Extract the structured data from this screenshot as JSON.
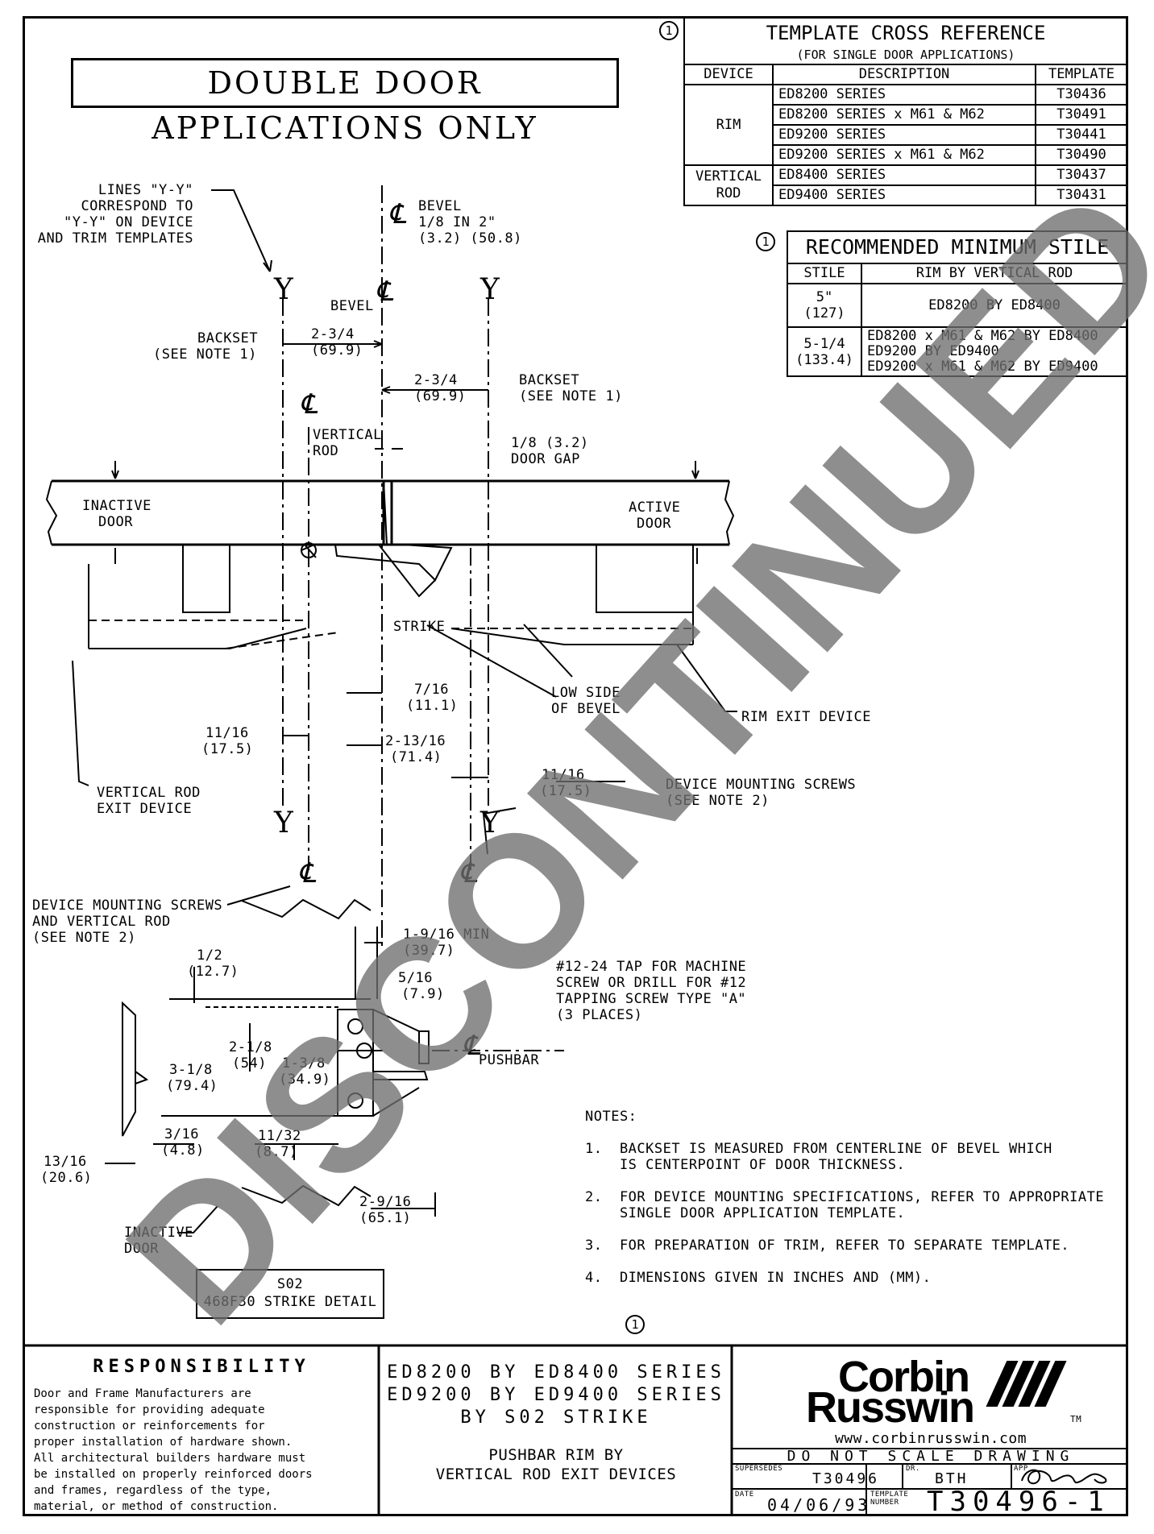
{
  "header_title": "DOUBLE DOOR APPLICATIONS ONLY",
  "revision_mark": "1",
  "cross_ref": {
    "title": "TEMPLATE CROSS REFERENCE",
    "subtitle": "(FOR SINGLE DOOR APPLICATIONS)",
    "col_device": "DEVICE",
    "col_description": "DESCRIPTION",
    "col_template": "TEMPLATE",
    "rim_label": "RIM",
    "vertical_label_1": "VERTICAL",
    "vertical_label_2": "ROD",
    "rows": [
      {
        "description": "ED8200 SERIES",
        "template": "T30436"
      },
      {
        "description": "ED8200 SERIES x M61 & M62",
        "template": "T30491"
      },
      {
        "description": "ED9200 SERIES",
        "template": "T30441"
      },
      {
        "description": "ED9200 SERIES x M61 & M62",
        "template": "T30490"
      },
      {
        "description": "ED8400 SERIES",
        "template": "T30437"
      },
      {
        "description": "ED9400 SERIES",
        "template": "T30431"
      }
    ]
  },
  "min_stile": {
    "title": "RECOMMENDED MINIMUM STILE",
    "col_stile": "STILE",
    "col_rim": "RIM BY VERTICAL ROD",
    "row1_stile_a": "5\"",
    "row1_stile_b": "(127)",
    "row1_value": "ED8200 BY ED8400",
    "row2_stile_a": "5-1/4",
    "row2_stile_b": "(133.4)",
    "row2_line1": "ED8200 x M61 & M62 BY ED8400",
    "row2_line2": "ED9200 BY ED9400",
    "row2_line3": "ED9200 x M61 & M62 BY ED9400"
  },
  "drawing": {
    "lines_yy_1": "LINES \"Y-Y\"",
    "lines_yy_2": "CORRESPOND TO",
    "lines_yy_3": "\"Y-Y\" ON DEVICE",
    "lines_yy_4": "AND TRIM TEMPLATES",
    "bevel_1": "BEVEL",
    "bevel_2": "1/8 IN 2\"",
    "bevel_3": "(3.2) (50.8)",
    "bevel_label": "BEVEL",
    "y": "Y",
    "backset_l1": "BACKSET",
    "backset_l2": "(SEE NOTE 1)",
    "dim_234_a": "2-3/4",
    "dim_234_b": "(69.9)",
    "backset_r1": "BACKSET",
    "backset_r2": "(SEE NOTE 1)",
    "vertical_rod_1": "VERTICAL",
    "vertical_rod_2": "ROD",
    "door_gap_1": "1/8 (3.2)",
    "door_gap_2": "DOOR GAP",
    "inactive_door_1": "INACTIVE",
    "inactive_door_2": "DOOR",
    "active_door_1": "ACTIVE",
    "active_door_2": "DOOR",
    "strike": "STRIKE",
    "dim_716_a": "7/16",
    "dim_716_b": "(11.1)",
    "low_side_1": "LOW SIDE",
    "low_side_2": "OF BEVEL",
    "rim_exit": "RIM EXIT DEVICE",
    "dim_1116_a": "11/16",
    "dim_1116_b": "(17.5)",
    "dim_21316_a": "2-13/16",
    "dim_21316_b": "(71.4)",
    "vrod_exit_1": "VERTICAL ROD",
    "vrod_exit_2": "EXIT DEVICE",
    "dev_mount_r1": "DEVICE MOUNTING SCREWS",
    "dev_mount_r2": "(SEE NOTE 2)",
    "dev_mount_l1": "DEVICE MOUNTING SCREWS",
    "dev_mount_l2": "AND VERTICAL ROD",
    "dev_mount_l3": "(SEE NOTE 2)",
    "dim_1916_a": "1-9/16 MIN",
    "dim_1916_b": "(39.7)",
    "dim_12_a": "1/2",
    "dim_12_b": "(12.7)",
    "dim_516_a": "5/16",
    "dim_516_b": "(7.9)",
    "tap_1": "#12-24 TAP FOR MACHINE",
    "tap_2": "SCREW OR DRILL FOR #12",
    "tap_3": "TAPPING SCREW TYPE \"A\"",
    "tap_4": "(3 PLACES)",
    "dim_218_a": "2-1/8",
    "dim_218_b": "(54)",
    "dim_318_a": "3-1/8",
    "dim_318_b": "(79.4)",
    "dim_138_a": "1-3/8",
    "dim_138_b": "(34.9)",
    "pushbar": "PUSHBAR",
    "dim_316_a": "3/16",
    "dim_316_b": "(4.8)",
    "dim_1132_a": "11/32",
    "dim_1132_b": "(8.7)",
    "dim_1316_a": "13/16",
    "dim_1316_b": "(20.6)",
    "dim_2916_a": "2-9/16",
    "dim_2916_b": "(65.1)",
    "inactive_b_1": "INACTIVE",
    "inactive_b_2": "DOOR",
    "strike_detail_1": "S02",
    "strike_detail_2": "468F30 STRIKE DETAIL",
    "centerline": "℄"
  },
  "notes": {
    "title": "NOTES:",
    "n1_a": "1.  BACKSET IS MEASURED FROM CENTERLINE OF BEVEL WHICH",
    "n1_b": "    IS CENTERPOINT OF DOOR THICKNESS.",
    "n2_a": "2.  FOR DEVICE MOUNTING SPECIFICATIONS, REFER TO APPROPRIATE",
    "n2_b": "    SINGLE DOOR APPLICATION TEMPLATE.",
    "n3": "3.  FOR PREPARATION OF TRIM, REFER TO SEPARATE TEMPLATE.",
    "n4": "4.  DIMENSIONS GIVEN IN INCHES AND (MM)."
  },
  "watermark": "DISCONTINUED",
  "footer": {
    "resp_title": "RESPONSIBILITY",
    "resp_lines": [
      "Door and Frame Manufacturers are",
      "responsible for providing adequate",
      "construction or reinforcements for",
      "proper installation of hardware shown.",
      "All architectural builders hardware must",
      "be installed on properly reinforced doors",
      "and frames, regardless of the type,",
      "material, or method of construction."
    ],
    "series_1": "ED8200 BY ED8400 SERIES",
    "series_2": "ED9200 BY ED9400 SERIES",
    "series_3": "BY S02 STRIKE",
    "sub_1": "PUSHBAR RIM BY",
    "sub_2": "VERTICAL ROD EXIT DEVICES",
    "logo_1": "Corbin",
    "logo_2": "Russwin",
    "tm": "TM",
    "website": "www.corbinrusswin.com",
    "do_not_scale": "DO NOT SCALE DRAWING",
    "supersedes_label": "SUPERSEDES",
    "supersedes": "T30496",
    "dr_label": "DR.",
    "dr": "BTH",
    "app_label": "APP",
    "date_label": "DATE",
    "date": "04/06/93",
    "template_label_1": "TEMPLATE",
    "template_label_2": "NUMBER",
    "template_number": "T30496-1"
  }
}
